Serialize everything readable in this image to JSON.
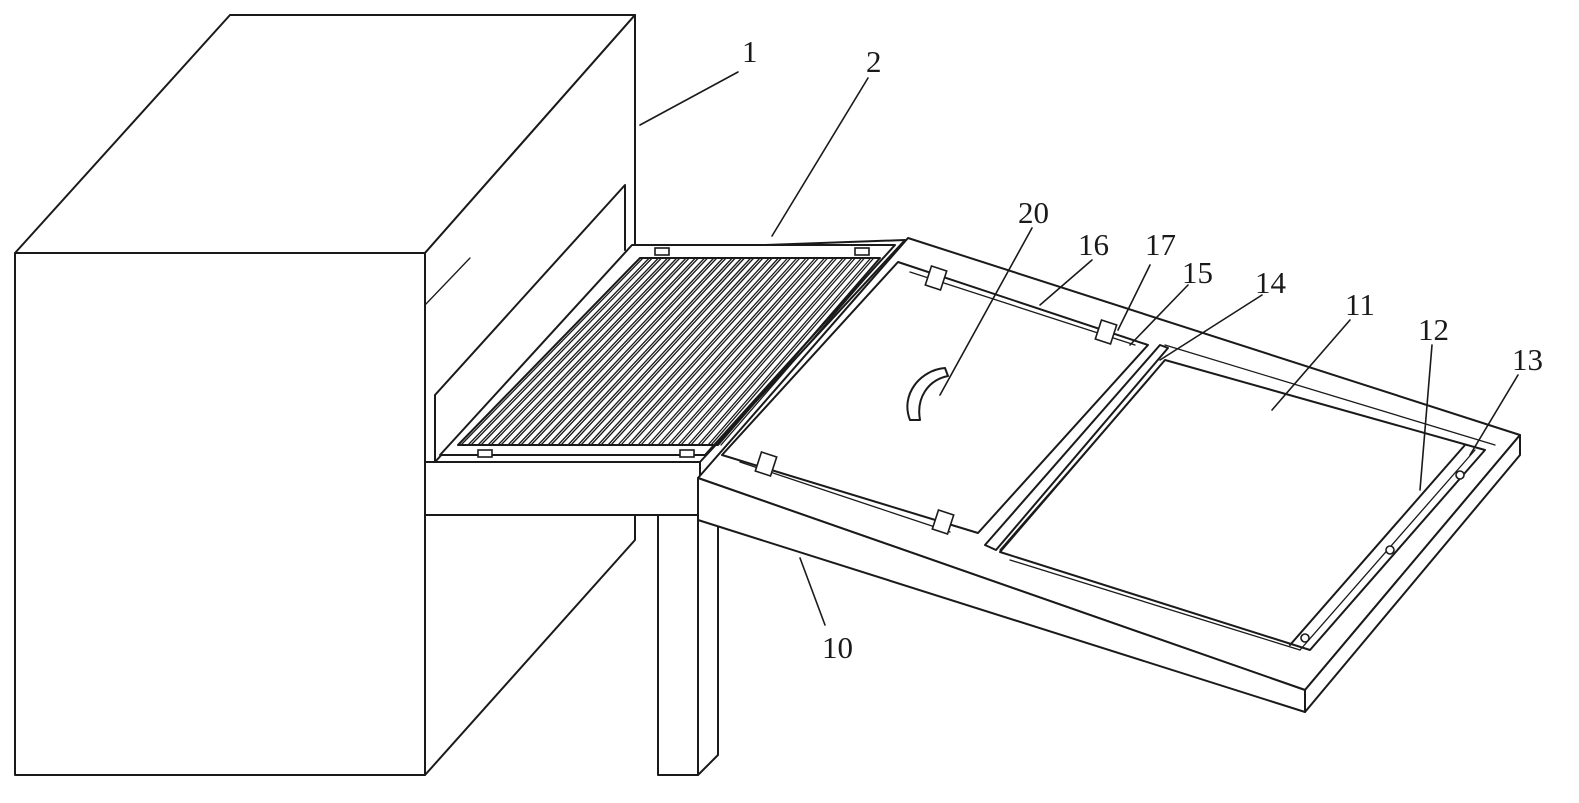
{
  "figure": {
    "labels": [
      {
        "id": "label-1",
        "text": "1"
      },
      {
        "id": "label-2",
        "text": "2"
      },
      {
        "id": "label-20",
        "text": "20"
      },
      {
        "id": "label-16",
        "text": "16"
      },
      {
        "id": "label-17",
        "text": "17"
      },
      {
        "id": "label-15",
        "text": "15"
      },
      {
        "id": "label-14",
        "text": "14"
      },
      {
        "id": "label-11",
        "text": "11"
      },
      {
        "id": "label-12",
        "text": "12"
      },
      {
        "id": "label-13",
        "text": "13"
      },
      {
        "id": "label-10",
        "text": "10"
      }
    ]
  }
}
